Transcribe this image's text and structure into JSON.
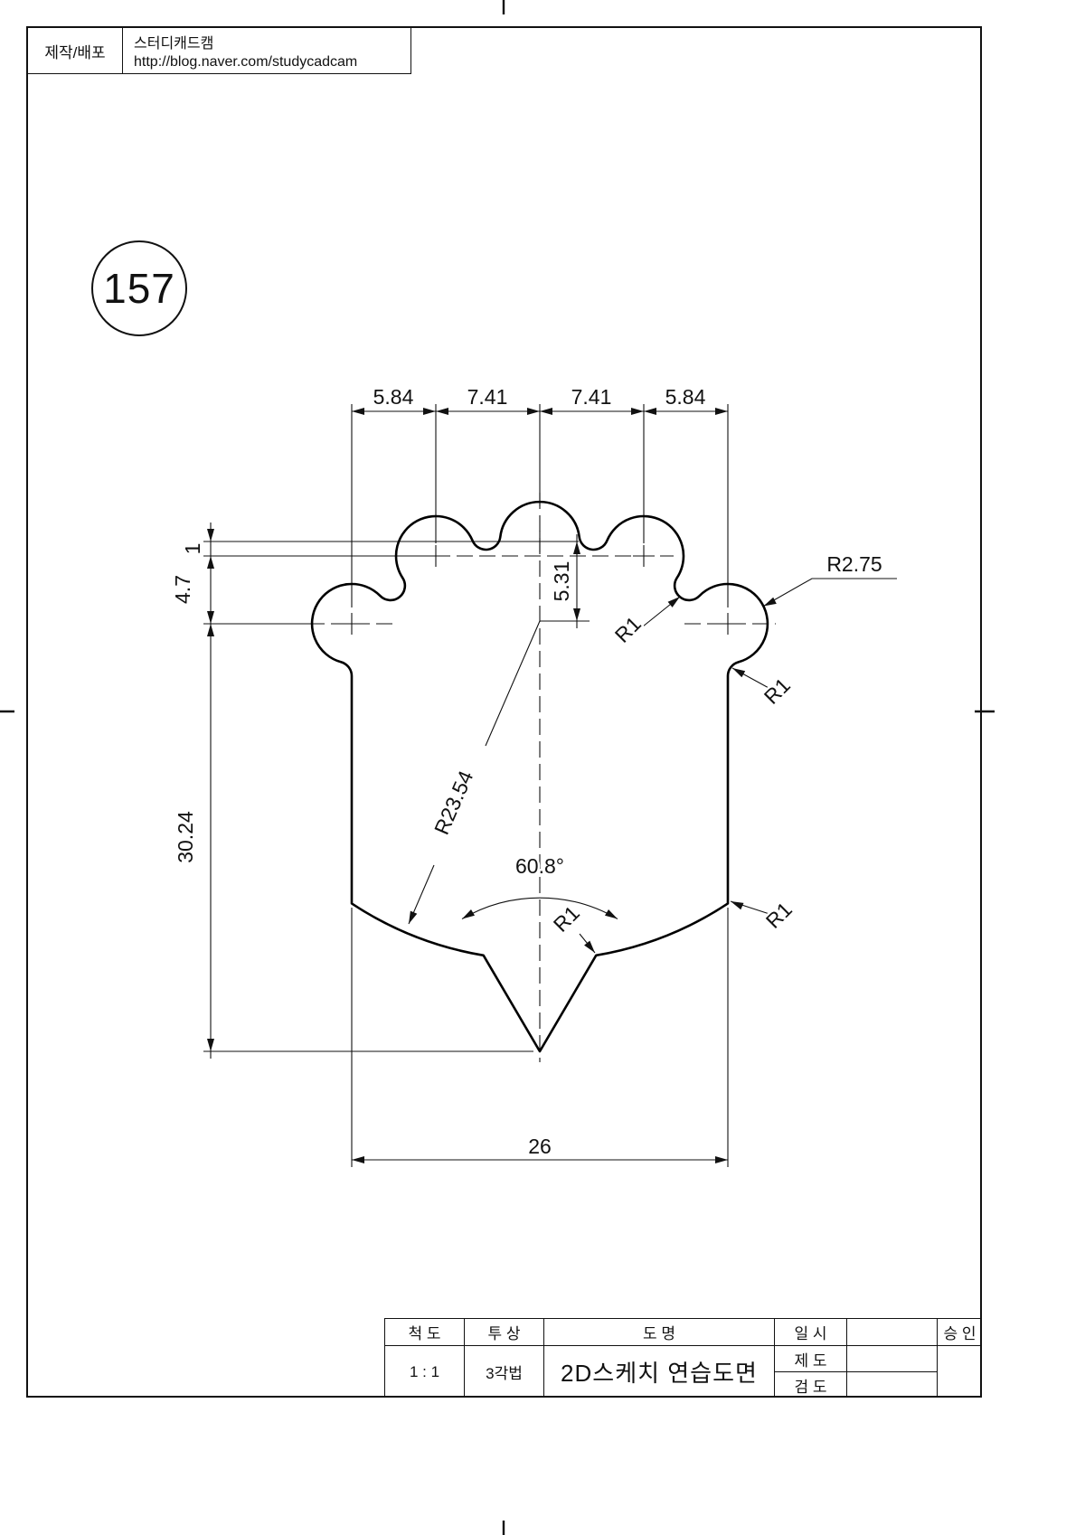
{
  "frame": {
    "stamp_number": "157"
  },
  "header": {
    "label": "제작/배포",
    "company": "스터디캐드캠",
    "url": "http://blog.naver.com/studycadcam"
  },
  "drawing": {
    "dims": {
      "top": [
        "5.84",
        "7.41",
        "7.41",
        "5.84"
      ],
      "offset_small": "1",
      "offset_mid": "4.7",
      "center_drop": "5.31",
      "height": "30.24",
      "width": "26",
      "angle": "60.8°",
      "radius_lobe": "R2.75",
      "radius_bottom": "R23.54",
      "radius_fillet": "R1"
    }
  },
  "title_block": {
    "scale_label": "척 도",
    "scale_value": "1 : 1",
    "projection_label": "투 상",
    "projection_value": "3각법",
    "name_label": "도 명",
    "name_value": "2D스케치 연습도면",
    "date_label": "일 시",
    "draft_label": "제 도",
    "check_label": "검 도",
    "approve_label": "승 인"
  }
}
